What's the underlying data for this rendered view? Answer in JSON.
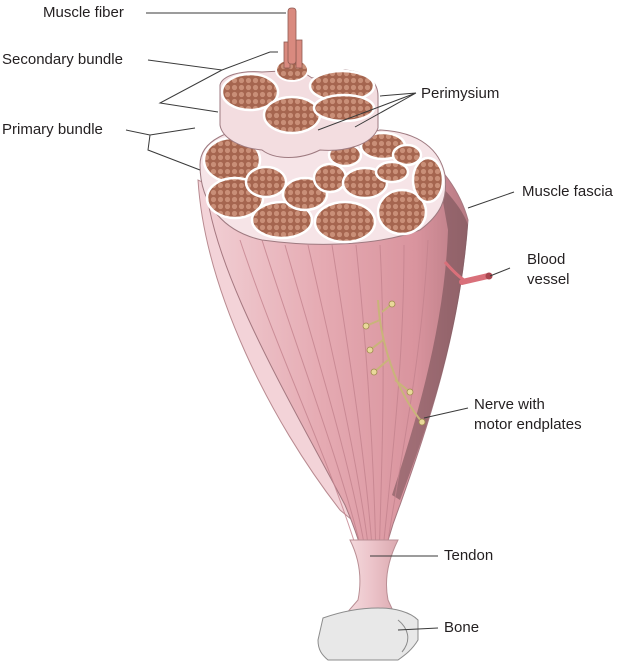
{
  "labels": {
    "muscle_fiber": "Muscle fiber",
    "secondary_bundle": "Secondary bundle",
    "primary_bundle": "Primary bundle",
    "perimysium": "Perimysium",
    "muscle_fascia": "Muscle fascia",
    "blood_vessel_line1": "Blood",
    "blood_vessel_line2": "vessel",
    "nerve_line1": "Nerve with",
    "nerve_line2": "motor endplates",
    "tendon": "Tendon",
    "bone": "Bone"
  },
  "colors": {
    "muscle_pink": "#e8b6bd",
    "muscle_dark": "#c98c95",
    "fiber_brown": "#a86a55",
    "fiber_dot": "#c98f78",
    "fascia_light": "#f4d9dd",
    "bone_gray": "#e6e6e6",
    "nerve": "#c9b47a",
    "vessel": "#d9707a",
    "leader_line": "#3a3a3a"
  }
}
